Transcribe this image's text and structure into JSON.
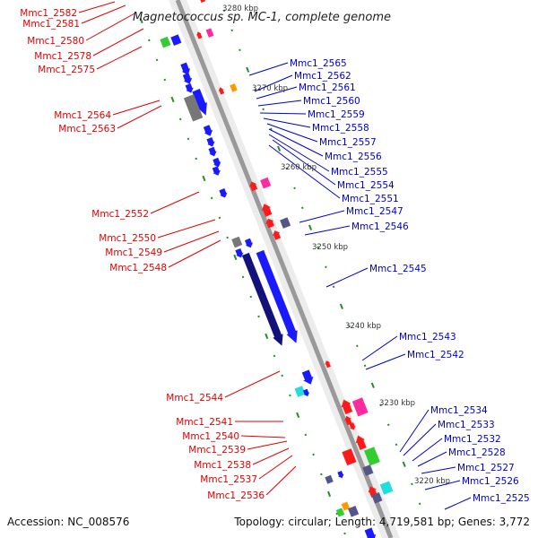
{
  "title": "Magnetococcus sp. MC-1, complete genome",
  "footer": {
    "accession": "Accession: NC_008576",
    "summary": "Topology: circular; Length: 4,719,581 bp; Genes: 3,772"
  },
  "colors": {
    "reverse_label": "#e00000",
    "forward_label": "#0000d0",
    "backbone": "#999999",
    "tick": "#2a8a2a",
    "gene_forward": "#1a1aff",
    "gene_forward_dark": "#12127a",
    "gene_reverse": "#ff1a1a",
    "gene_pink": "#ff2aa0",
    "gene_cyan": "#22dddd",
    "gene_green": "#33cc33",
    "gene_slate": "#555588",
    "gene_gray": "#777777",
    "gene_orange": "#ff9900"
  },
  "scale_labels": [
    "3280 kbp",
    "3270 kbp",
    "3260 kbp",
    "3250 kbp",
    "3240 kbp",
    "3230 kbp",
    "3220 kbp"
  ],
  "left_labels": [
    "Mmc1_2582",
    "Mmc1_2581",
    "Mmc1_2580",
    "Mmc1_2578",
    "Mmc1_2575",
    "Mmc1_2564",
    "Mmc1_2563",
    "Mmc1_2552",
    "Mmc1_2550",
    "Mmc1_2549",
    "Mmc1_2548",
    "Mmc1_2544",
    "Mmc1_2541",
    "Mmc1_2540",
    "Mmc1_2539",
    "Mmc1_2538",
    "Mmc1_2537",
    "Mmc1_2536"
  ],
  "right_labels": [
    "Mmc1_2565",
    "Mmc1_2562",
    "Mmc1_2561",
    "Mmc1_2560",
    "Mmc1_2559",
    "Mmc1_2558",
    "Mmc1_2557",
    "Mmc1_2556",
    "Mmc1_2555",
    "Mmc1_2554",
    "Mmc1_2551",
    "Mmc1_2547",
    "Mmc1_2546",
    "Mmc1_2545",
    "Mmc1_2543",
    "Mmc1_2542",
    "Mmc1_2534",
    "Mmc1_2533",
    "Mmc1_2532",
    "Mmc1_2528",
    "Mmc1_2527",
    "Mmc1_2526",
    "Mmc1_2525"
  ]
}
